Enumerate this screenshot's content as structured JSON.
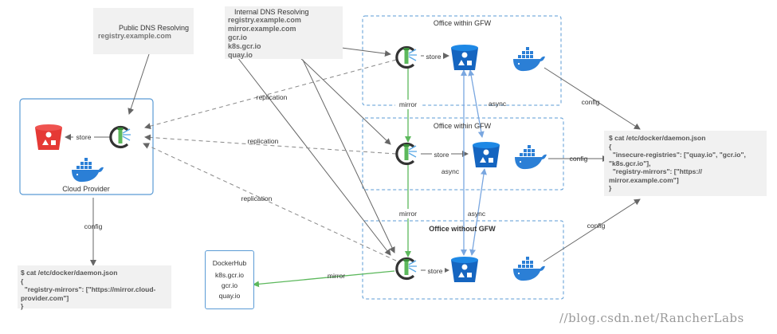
{
  "public_dns": {
    "title": "Public DNS Resolving",
    "domain": "registry.example.com"
  },
  "internal_dns": {
    "title": "Internal DNS Resolving",
    "domains": [
      "registry.example.com",
      "mirror.example.com",
      "gcr.io",
      "k8s.gcr.io",
      "quay.io"
    ]
  },
  "cloud_provider": {
    "label": "Cloud Provider",
    "store_label": "store"
  },
  "offices": [
    {
      "label": "Office within GFW"
    },
    {
      "label": "Office within GFW"
    },
    {
      "label": "Office without GFW"
    }
  ],
  "edge_labels": {
    "store": "store",
    "replication": "replication",
    "mirror": "mirror",
    "async": "async",
    "config": "config"
  },
  "cloud_config": {
    "lines": [
      "$ cat /etc/docker/daemon.json",
      "{",
      "  \"registry-mirrors\": [\"https://mirror.cloud-",
      "provider.com\"]",
      "}"
    ]
  },
  "office_config": {
    "lines": [
      "$ cat /etc/docker/daemon.json",
      "{",
      "  \"insecure-registries\": [\"quay.io\", \"gcr.io\",",
      "\"k8s.gcr.io\"],",
      "  \"registry-mirrors\": [\"https://",
      "mirror.example.com\"]",
      "}"
    ]
  },
  "dockerhub": {
    "title": "DockerHub",
    "items": [
      "k8s.gcr.io",
      "gcr.io",
      "quay.io"
    ]
  },
  "watermark": "//blog.csdn.net/RancherLabs",
  "colors": {
    "office_border": "#5b9bd5",
    "cloud_border": "#5b9bd5",
    "mirror_green": "#5cb85c",
    "async_blue": "#7aa7e0",
    "bucket_blue": "#1565c0",
    "bucket_red": "#e53935",
    "whale_blue": "#2b7fd6"
  }
}
